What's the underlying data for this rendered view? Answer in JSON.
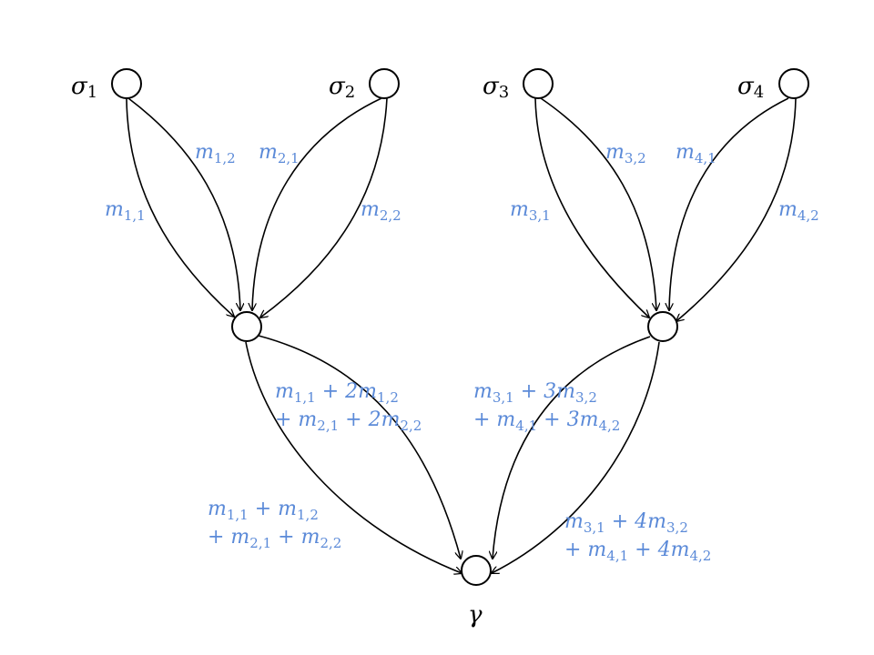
{
  "nodes": {
    "s1": {
      "name": "σ",
      "sub": "1"
    },
    "s2": {
      "name": "σ",
      "sub": "2"
    },
    "s3": {
      "name": "σ",
      "sub": "3"
    },
    "s4": {
      "name": "σ",
      "sub": "4"
    },
    "gamma": {
      "name": "γ"
    }
  },
  "edge_labels": {
    "m11": {
      "name": "m",
      "sub": "1,1"
    },
    "m12": {
      "name": "m",
      "sub": "1,2"
    },
    "m21": {
      "name": "m",
      "sub": "2,1"
    },
    "m22": {
      "name": "m",
      "sub": "2,2"
    },
    "m31": {
      "name": "m",
      "sub": "3,1"
    },
    "m32": {
      "name": "m",
      "sub": "3,2"
    },
    "m41": {
      "name": "m",
      "sub": "4,1"
    },
    "m42": {
      "name": "m",
      "sub": "4,2"
    },
    "left_upper": {
      "line1": [
        {
          "coef": "",
          "sub": "1,1",
          "op": ""
        },
        {
          "coef": "2",
          "sub": "1,2",
          "op": "+"
        }
      ],
      "line2": [
        {
          "coef": "",
          "sub": "2,1",
          "op": "+"
        },
        {
          "coef": "2",
          "sub": "2,2",
          "op": "+"
        }
      ]
    },
    "left_lower": {
      "line1": [
        {
          "coef": "",
          "sub": "1,1",
          "op": ""
        },
        {
          "coef": "",
          "sub": "1,2",
          "op": "+"
        }
      ],
      "line2": [
        {
          "coef": "",
          "sub": "2,1",
          "op": "+"
        },
        {
          "coef": "",
          "sub": "2,2",
          "op": "+"
        }
      ]
    },
    "right_upper": {
      "line1": [
        {
          "coef": "",
          "sub": "3,1",
          "op": ""
        },
        {
          "coef": "3",
          "sub": "3,2",
          "op": "+"
        }
      ],
      "line2": [
        {
          "coef": "",
          "sub": "4,1",
          "op": "+"
        },
        {
          "coef": "3",
          "sub": "4,2",
          "op": "+"
        }
      ]
    },
    "right_lower": {
      "line1": [
        {
          "coef": "",
          "sub": "3,1",
          "op": ""
        },
        {
          "coef": "4",
          "sub": "3,2",
          "op": "+"
        }
      ],
      "line2": [
        {
          "coef": "",
          "sub": "4,1",
          "op": "+"
        },
        {
          "coef": "4",
          "sub": "4,2",
          "op": "+"
        }
      ]
    }
  },
  "colors": {
    "label": "#5b8ad8",
    "stroke": "#000000"
  }
}
